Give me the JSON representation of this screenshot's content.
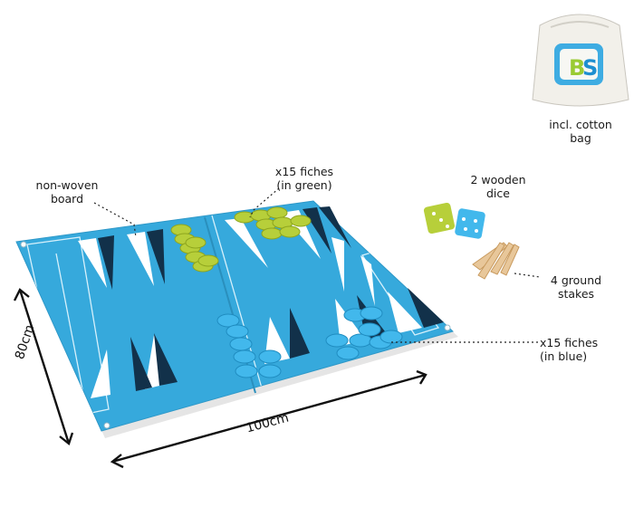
{
  "labels": {
    "cotton_bag": [
      "incl. cotton",
      "bag"
    ],
    "board": [
      "non-woven",
      "board"
    ],
    "green_fiches": [
      "x15 fiches",
      "(in green)"
    ],
    "dice": [
      "2 wooden",
      "dice"
    ],
    "stakes": [
      "4 ground",
      "stakes"
    ],
    "blue_fiches": [
      "x15 fiches",
      "(in blue)"
    ]
  },
  "dimensions": {
    "height": "80cm",
    "width": "100cm"
  },
  "bag_logo": "BS",
  "colors": {
    "board_blue": "#36a9dc",
    "triangle_dark": "#12314a",
    "fiche_green": "#b7cf3a",
    "fiche_blue": "#42b8ec",
    "wood": "#e8c79a"
  },
  "icons": [
    "cotton-bag-icon",
    "dice-icon",
    "ground-stake-icon"
  ]
}
